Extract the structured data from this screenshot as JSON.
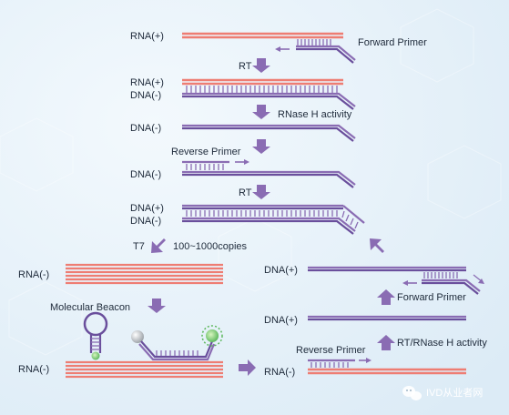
{
  "colors": {
    "rna": "#ee7d73",
    "dna": "#8a6cb3",
    "dna_dark": "#6a4f9c",
    "arrow": "#8a6cb3",
    "text": "#1e2a3a",
    "background": "#eaf4fb"
  },
  "labels": {
    "rna_plus_1": "RNA(+)",
    "forward_primer_1": "Forward Primer",
    "rt_1": "RT",
    "rna_plus_2": "RNA(+)",
    "dna_minus_2": "DNA(-)",
    "rnase_h_activity": "RNase H activity",
    "dna_minus_3": "DNA(-)",
    "reverse_primer_1": "Reverse Primer",
    "dna_minus_4": "DNA(-)",
    "rt_2": "RT",
    "dna_plus_5": "DNA(+)",
    "dna_minus_5": "DNA(-)",
    "t7": "T7",
    "copies": "100~1000copies",
    "rna_minus_left": "RNA(-)",
    "molecular_beacon": "Molecular Beacon",
    "rna_minus_bottom": "RNA(-)",
    "dna_plus_r1": "DNA(+)",
    "forward_primer_2": "Forward Primer",
    "dna_plus_r2": "DNA(+)",
    "rt_rnase_h_activity": "RT/RNase H activity",
    "reverse_primer_2": "Reverse Primer",
    "rna_minus_r3": "RNA(-)"
  },
  "watermark": {
    "text": "IVD从业者网",
    "icon": "wechat-icon"
  }
}
